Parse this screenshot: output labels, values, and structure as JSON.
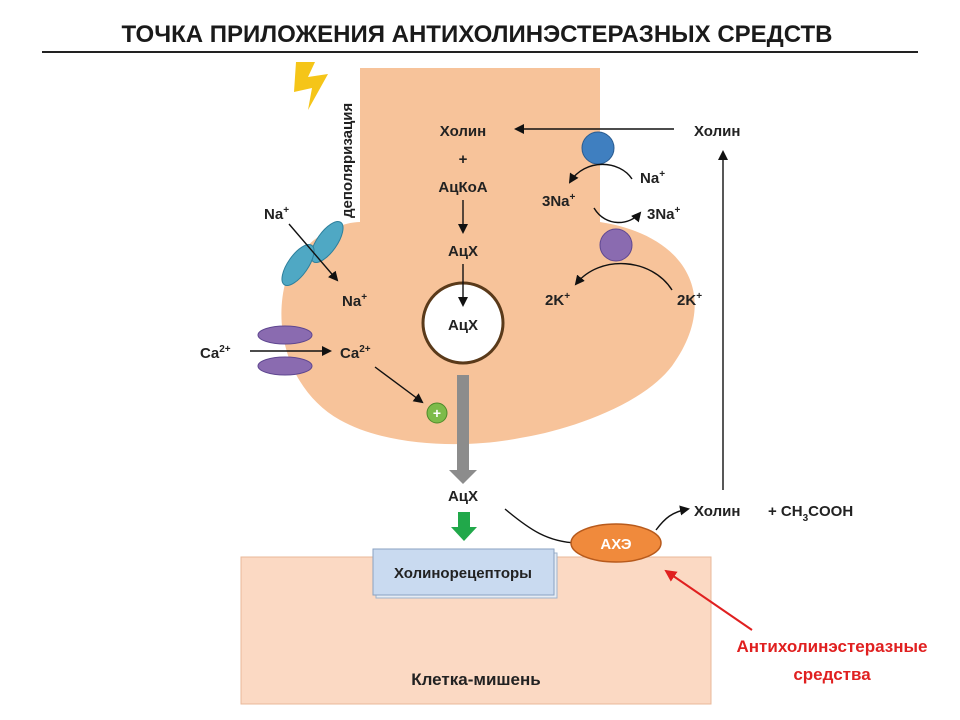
{
  "title": "ТОЧКА ПРИЛОЖЕНИЯ АНТИХОЛИНЭСТЕРАЗНЫХ СРЕДСТВ",
  "side_label": "деполяризация",
  "synthesis": {
    "choline": "Холин",
    "plus": "+",
    "acetyl_coa": "АцКоА",
    "ach": "АцХ",
    "vesicle_ach": "АцХ"
  },
  "ions": {
    "na_out": "Na",
    "na_out_sup": "+",
    "na_in": "Na",
    "na_in_sup": "+",
    "ca_out": "Ca",
    "ca_out_sup": "2+",
    "ca_in": "Ca",
    "ca_in_sup": "2+",
    "plus_badge": "+"
  },
  "pump": {
    "choline_out": "Холин",
    "na_cotransport": "Na",
    "na_cotransport_sup": "+",
    "na3_in": "3Na",
    "na3_in_sup": "+",
    "na3_out": "3Na",
    "na3_out_sup": "+",
    "k2_in": "2K",
    "k2_in_sup": "+",
    "k2_out": "2K",
    "k2_out_sup": "+"
  },
  "cleft": {
    "ach_released": "АцХ",
    "ache": "АХЭ",
    "choline_product": "Холин",
    "acetic_acid_prefix": "+ CH",
    "acetic_acid_sub": "3",
    "acetic_acid_suffix": "COOH"
  },
  "target": {
    "receptor": "Холинорецепторы",
    "cell": "Клетка-мишень"
  },
  "drug": {
    "line1": "Антихолинэстеразные",
    "line2": "средства"
  },
  "colors": {
    "terminal": "#f7c39a",
    "target_cell": "#fbd9c3",
    "na_channel": "#4fa8c4",
    "ca_channel": "#8a6bb0",
    "choline_transporter": "#3f7fc0",
    "na_k_pump": "#8a6bb0",
    "ache": "#f08a3c",
    "receptor": "#c9daf0",
    "release_arrow": "#8c8c8c",
    "receptor_arrow": "#21a84a",
    "plus_badge": "#7dbb4a",
    "lightning": "#f5c518",
    "drug_text": "#e02020"
  }
}
